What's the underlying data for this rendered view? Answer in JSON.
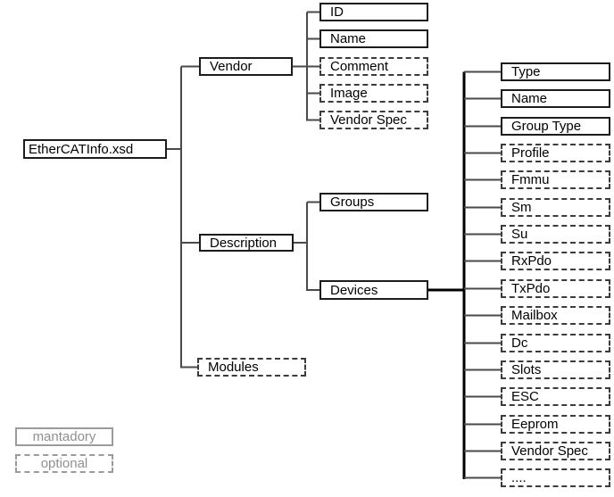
{
  "diagram": {
    "root": {
      "label": "EtherCATInfo.xsd",
      "style": "mandatory"
    },
    "level1": [
      {
        "label": "Vendor",
        "style": "mandatory"
      },
      {
        "label": "Description",
        "style": "mandatory"
      },
      {
        "label": "Modules",
        "style": "optional"
      }
    ],
    "vendor_children": [
      {
        "label": "ID",
        "style": "mandatory"
      },
      {
        "label": "Name",
        "style": "mandatory"
      },
      {
        "label": "Comment",
        "style": "optional"
      },
      {
        "label": "Image",
        "style": "optional"
      },
      {
        "label": "Vendor Spec",
        "style": "optional"
      }
    ],
    "description_children": [
      {
        "label": "Groups",
        "style": "mandatory"
      },
      {
        "label": "Devices",
        "style": "mandatory"
      }
    ],
    "devices_children": [
      {
        "label": "Type",
        "style": "mandatory"
      },
      {
        "label": "Name",
        "style": "mandatory"
      },
      {
        "label": "Group Type",
        "style": "mandatory"
      },
      {
        "label": "Profile",
        "style": "optional"
      },
      {
        "label": "Fmmu",
        "style": "optional"
      },
      {
        "label": "Sm",
        "style": "optional"
      },
      {
        "label": "Su",
        "style": "optional"
      },
      {
        "label": "RxPdo",
        "style": "optional"
      },
      {
        "label": "TxPdo",
        "style": "optional"
      },
      {
        "label": "Mailbox",
        "style": "optional"
      },
      {
        "label": "Dc",
        "style": "optional"
      },
      {
        "label": "Slots",
        "style": "optional"
      },
      {
        "label": "ESC",
        "style": "optional"
      },
      {
        "label": "Eeprom",
        "style": "optional"
      },
      {
        "label": "Vendor Spec",
        "style": "optional"
      },
      {
        "label": "....",
        "style": "optional"
      }
    ],
    "legend": {
      "mandatory_label": "mantadory",
      "optional_label": "optional"
    },
    "colors": {
      "node_border": "#1c1c1c",
      "optional_border": "#3c3c3c",
      "line": "#4a4a4a",
      "trunk": "#000000",
      "legend_gray": "#9b9b9b",
      "text": "#000000",
      "background": "#ffffff"
    }
  }
}
